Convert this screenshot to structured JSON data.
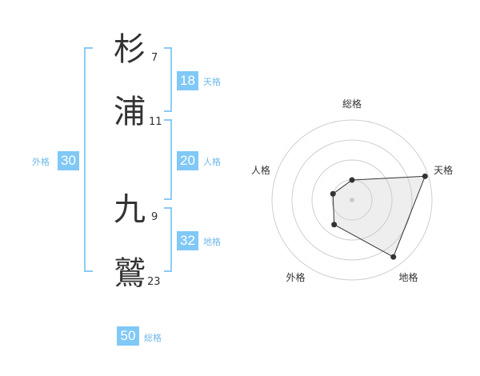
{
  "name": {
    "chars": [
      {
        "char": "杉",
        "strokes": "7"
      },
      {
        "char": "浦",
        "strokes": "11"
      },
      {
        "char": "九",
        "strokes": "9"
      },
      {
        "char": "鷲",
        "strokes": "23"
      }
    ]
  },
  "fortunes": {
    "tenkaku": {
      "label": "天格",
      "value": "18"
    },
    "jinkaku": {
      "label": "人格",
      "value": "20"
    },
    "chikaku": {
      "label": "地格",
      "value": "32"
    },
    "gaikaku": {
      "label": "外格",
      "value": "30"
    },
    "soukaku": {
      "label": "総格",
      "value": "50"
    }
  },
  "colors": {
    "accent": "#80c8f6",
    "bracket": "#8ccaf4"
  },
  "chart_data": {
    "type": "radar",
    "axes": [
      "総格",
      "天格",
      "地格",
      "外格",
      "人格"
    ],
    "values": [
      0.25,
      0.96,
      0.88,
      0.38,
      0.25
    ],
    "rmax": 1,
    "rings": 4
  }
}
